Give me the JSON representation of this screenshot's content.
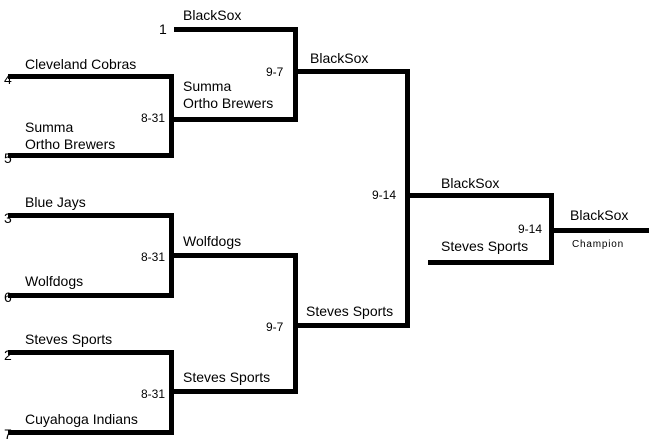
{
  "round1": {
    "top_pair": {
      "team_a": {
        "seed": "4",
        "name": "Cleveland Cobras"
      },
      "team_b": {
        "seed": "5",
        "name_line1": "Summa",
        "name_line2": "Ortho Brewers"
      },
      "date": "8-31"
    },
    "mid_pair": {
      "team_a": {
        "seed": "3",
        "name": "Blue Jays"
      },
      "team_b": {
        "seed": "6",
        "name": "Wolfdogs"
      },
      "date": "8-31"
    },
    "bottom_pair": {
      "team_a": {
        "seed": "2",
        "name": "Steves Sports"
      },
      "team_b": {
        "seed": "7",
        "name": "Cuyahoga Indians"
      },
      "date": "8-31"
    },
    "bye": {
      "seed": "1",
      "name": "BlackSox"
    }
  },
  "round2": {
    "top_game": {
      "team_a": "BlackSox",
      "team_b_line1": "Summa",
      "team_b_line2": "Ortho Brewers",
      "date": "9-7"
    },
    "bottom_game": {
      "team_a": "Wolfdogs",
      "team_b": "Steves Sports",
      "date": "9-7"
    }
  },
  "semifinal": {
    "team_a": "BlackSox",
    "team_b": "Steves Sports",
    "date": "9-14"
  },
  "final": {
    "team_a": "BlackSox",
    "team_b": "Steves Sports",
    "date": "9-14"
  },
  "champion": {
    "name": "BlackSox",
    "label": "Champion"
  }
}
